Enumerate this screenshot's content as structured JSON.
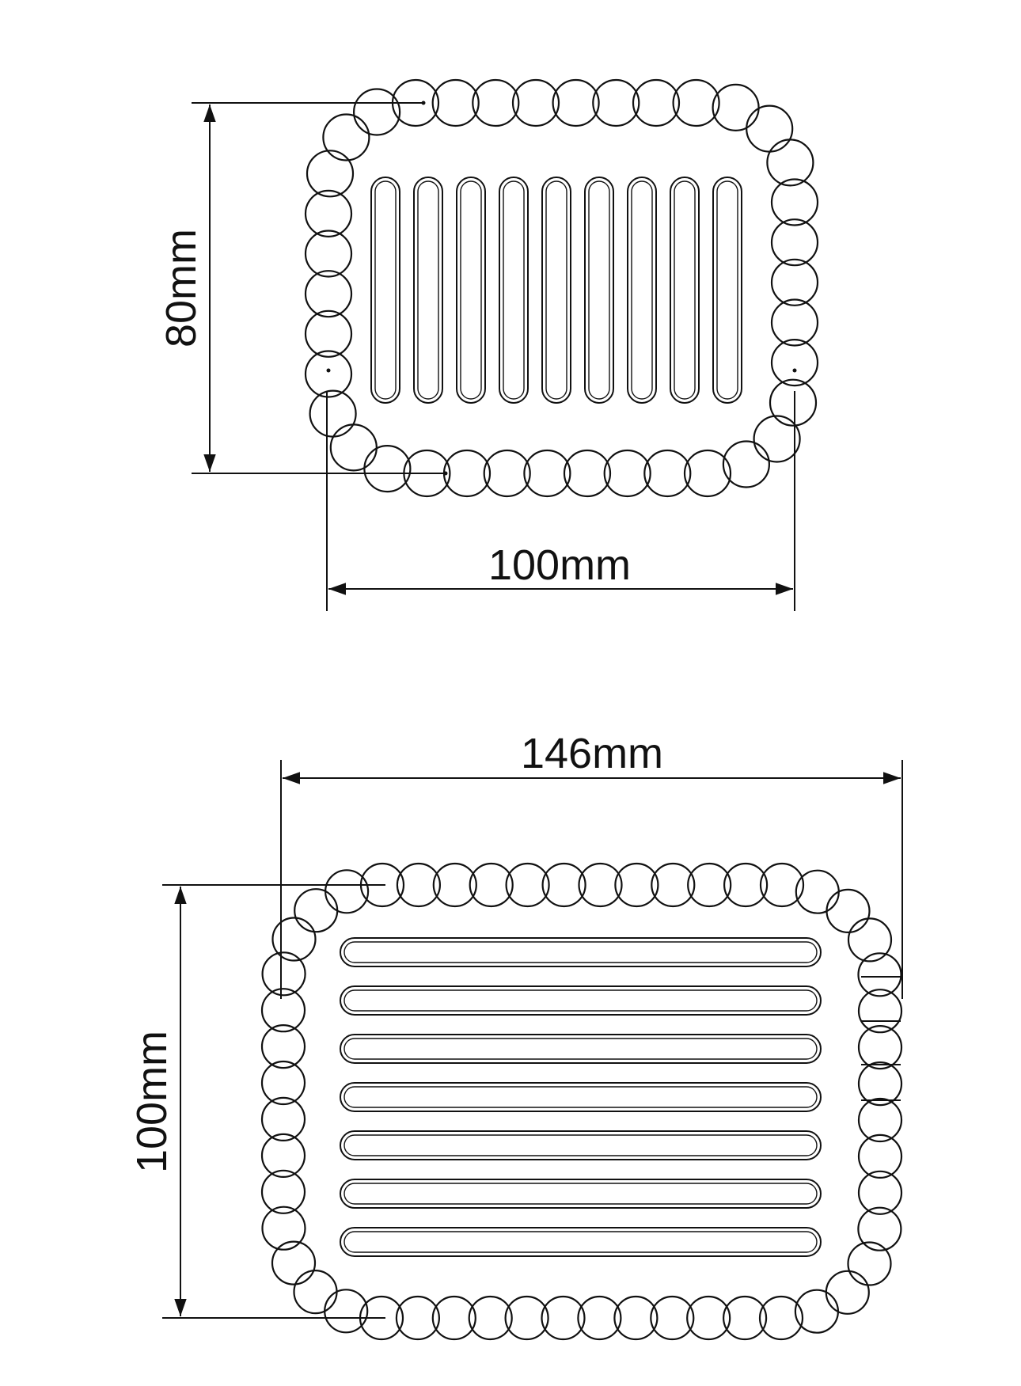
{
  "diagram": {
    "small_dish": {
      "height_label": "80mm",
      "width_label": "100mm",
      "slot_count": 9,
      "slot_orientation": "vertical"
    },
    "large_dish": {
      "width_label": "146mm",
      "height_label": "100mm",
      "slot_count": 7,
      "slot_orientation": "horizontal"
    }
  },
  "colors": {
    "line": "#111111",
    "background": "#ffffff"
  }
}
